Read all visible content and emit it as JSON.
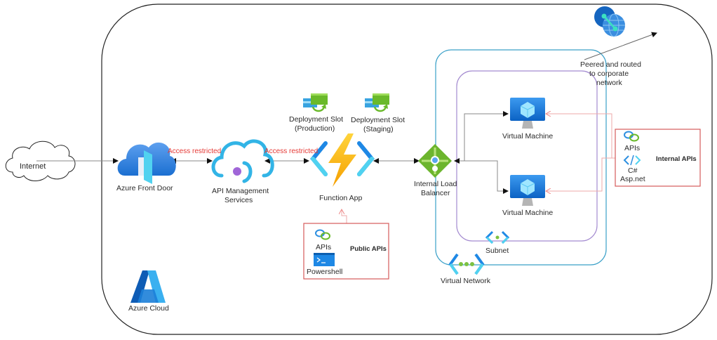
{
  "diagram": {
    "title": "Azure Cloud architecture",
    "internet": {
      "label": "Internet"
    },
    "azure_cloud": {
      "label": "Azure Cloud"
    },
    "front_door": {
      "label": "Azure Front Door"
    },
    "apim": {
      "label_line1": "API Management",
      "label_line2": "Services"
    },
    "function_app": {
      "label": "Function App"
    },
    "slot_production": {
      "label_line1": "Deployment Slot",
      "label_line2": "(Production)"
    },
    "slot_staging": {
      "label_line1": "Deployment Slot",
      "label_line2": "(Staging)"
    },
    "load_balancer": {
      "label_line1": "Internal Load",
      "label_line2": "Balancer"
    },
    "vm1": {
      "label": "Virtual Machine"
    },
    "vm2": {
      "label": "Virtual Machine"
    },
    "subnet": {
      "label": "Subnet"
    },
    "vnet": {
      "label": "Virtual Network"
    },
    "peering": {
      "label_line1": "Peered and routed",
      "label_line2": "to corporate",
      "label_line3": "network"
    },
    "edges": {
      "fd_apim": "Access restricted",
      "apim_func": "Access restricted"
    },
    "public_apis": {
      "title": "Public APIs",
      "item1": "APIs",
      "item2": "Powershell"
    },
    "internal_apis": {
      "title": "Internal APIs",
      "item1": "APIs",
      "item2": "C#",
      "item3": "Asp.net"
    },
    "colors": {
      "accent_red": "#e53935",
      "vnet_border": "#3aa0c8",
      "subnet_border": "#a48bd0",
      "azure_blue": "#0078d4"
    }
  }
}
